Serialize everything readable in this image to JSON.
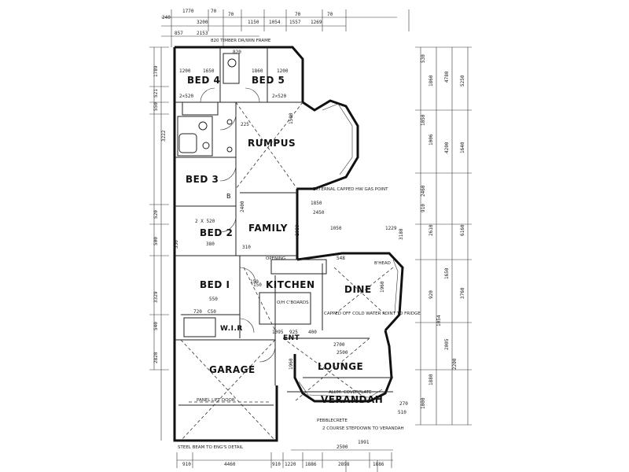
{
  "rooms": {
    "bed4": "BED 4",
    "bed5": "BED 5",
    "rumpus": "RUMPUS",
    "bed3": "BED 3",
    "bed2": "BED 2",
    "family": "FAMILY",
    "bed1": "BED I",
    "kitchen": "KITCHEN",
    "dine": "DINE",
    "wir": "W.I.R",
    "ent": "ENT",
    "lounge": "LOUNGE",
    "garage": "GARAGE",
    "verandah": "VERANDAH"
  },
  "notes": {
    "timber_frame": "820 TIMBER DR/WIN FRAME",
    "gas_point": "EXTERNAL CAPPED HW GAS POINT",
    "cboards": "O/H C'BOARDS",
    "capped_water": "CAPPED OFF COLD WATER POINT TO FRIDGE",
    "colorplate": "ALUM. COVERPLATE",
    "pebblecrete": "PEBBLECRETE",
    "stepdown": "2 COURSE STEPDOWN TO VERANDAH",
    "panel_door": "PANEL LIFT DOOR",
    "beam_detail": "STEEL BEAM TO ENG'S DETAIL",
    "bhead": "B'HEAD",
    "gas_opening": "OPENING",
    "b_mark": "B"
  },
  "dims": {
    "top": [
      "1770",
      "70",
      "3200",
      "70",
      "1150",
      "1054",
      "1557",
      "1269",
      "70"
    ],
    "top2": [
      "857",
      "2153",
      "240"
    ],
    "bottom": [
      "910",
      "4460",
      "910",
      "1220",
      "1886",
      "2898",
      "1886"
    ],
    "bottom2": [
      "2500",
      "1991"
    ],
    "left": [
      "1789",
      "521",
      "550",
      "3222",
      "520",
      "500",
      "3329",
      "540",
      "2820"
    ],
    "right": [
      "530",
      "1860",
      "4780",
      "5250",
      "1050",
      "1006",
      "2460",
      "4200",
      "1640",
      "910",
      "1650",
      "2610",
      "6160",
      "1054",
      "2005",
      "3760",
      "2200",
      "1880",
      "920",
      "1000"
    ],
    "inner": [
      "1200",
      "1650",
      "1860",
      "1200",
      "820",
      "2×520",
      "2×520",
      "225",
      "1500",
      "1850",
      "2450",
      "2400",
      "1050",
      "1229",
      "2080",
      "3180",
      "2 X 520",
      "380",
      "1960",
      "550",
      "720",
      "C50",
      "1095",
      "925",
      "400",
      "150",
      "2700",
      "2500",
      "1960",
      "270",
      "510",
      "548",
      "150",
      "310",
      "550",
      "70"
    ]
  }
}
